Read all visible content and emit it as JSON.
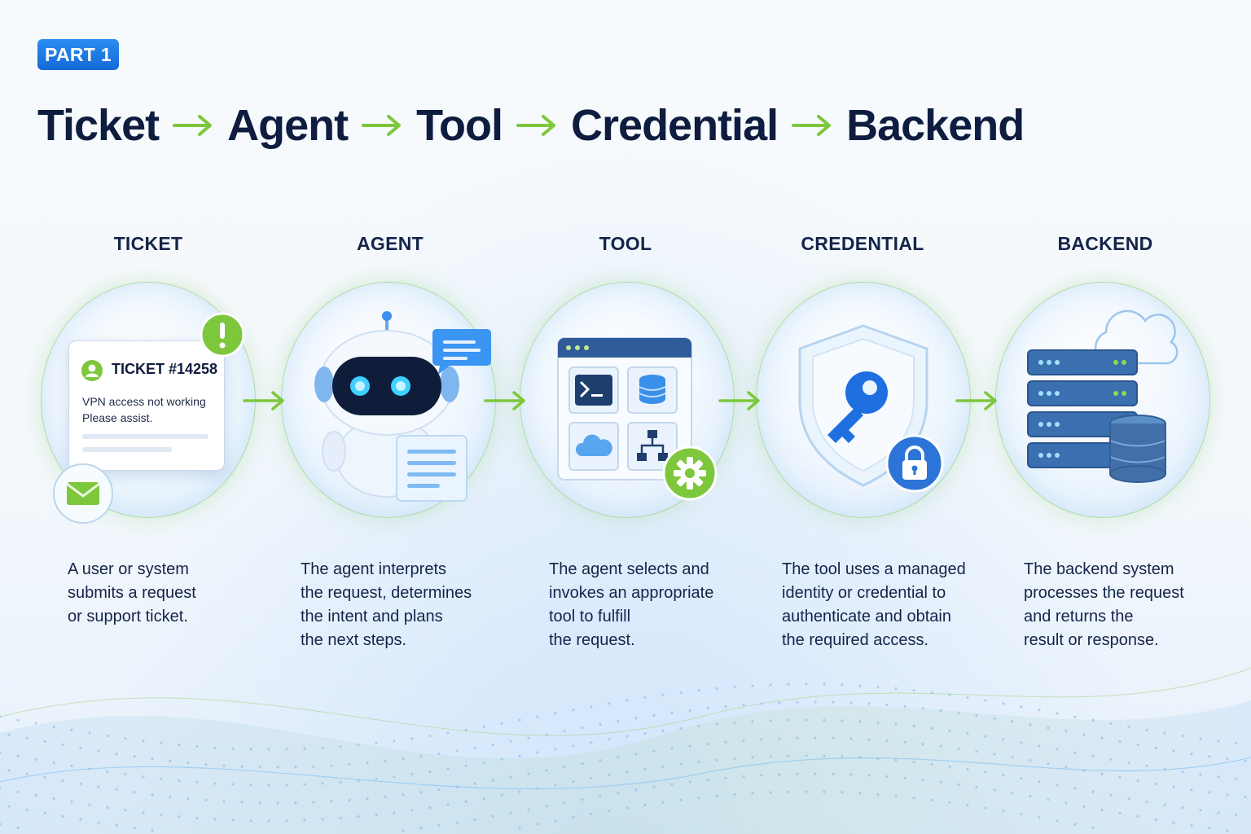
{
  "badge": "PART 1",
  "headline": [
    "Ticket",
    "Agent",
    "Tool",
    "Credential",
    "Backend"
  ],
  "colors": {
    "accent_green": "#7dc73c",
    "accent_blue": "#1a73e8",
    "text_dark": "#0e1c3f"
  },
  "steps": [
    {
      "title": "TICKET",
      "icon": "ticket-card-icon",
      "ticket": {
        "id": "TICKET #14258",
        "line1": "VPN access not working",
        "line2": "Please assist."
      },
      "desc": [
        "A user or system",
        "submits a request",
        "or support ticket."
      ]
    },
    {
      "title": "AGENT",
      "icon": "robot-icon",
      "desc": [
        "The agent interprets",
        "the request, determines",
        "the intent and plans",
        "the next steps."
      ]
    },
    {
      "title": "TOOL",
      "icon": "toolbox-window-icon",
      "desc": [
        "The agent selects and",
        "invokes an appropriate",
        "tool to fulfill",
        "the request."
      ]
    },
    {
      "title": "CREDENTIAL",
      "icon": "shield-key-icon",
      "desc": [
        "The tool uses a managed",
        "identity or credential to",
        "authenticate and obtain",
        "the required access."
      ]
    },
    {
      "title": "BACKEND",
      "icon": "server-stack-icon",
      "desc": [
        "The backend system",
        "processes the request",
        "and returns the",
        "result or response."
      ]
    }
  ]
}
